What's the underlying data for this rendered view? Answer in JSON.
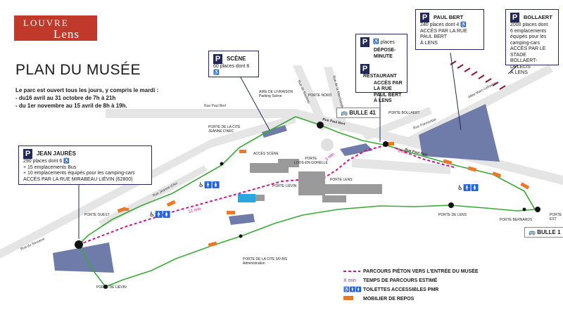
{
  "logo": {
    "line1": "LOUVRE",
    "line2": "Lens"
  },
  "title": "PLAN DU MUSÉE",
  "hours": {
    "intro": "Le parc est ouvert tous les jours, y compris le mardi :",
    "line1": "- du16 avril au 31 octobre de 7h à 21h",
    "line2": "- du 1er novembre au 15 avril de 8h à 19h."
  },
  "parkings": {
    "scene": {
      "badge": "P",
      "name": "SCÈNE",
      "detail": "60 places dont 6"
    },
    "jean_jaures": {
      "badge": "P",
      "name": "JEAN JAURÈS",
      "l1": "290 places dont 6",
      "l2": "+ 15 emplacements Bus",
      "l3": "+ 10 emplacements équipés pour les camping-cars",
      "l4": "ACCÈS PAR LA RUE MIRABEAU LIÉVIN (62800)"
    },
    "depose": {
      "badge": "P",
      "detail": "places",
      "name": "DÉPOSE-MINUTE"
    },
    "restaurant": {
      "badge": "P",
      "name": "RESTAURANT",
      "l1": "ACCÈS PAR LA RUE",
      "l2": "PAUL BERT À LENS"
    },
    "paul_bert": {
      "badge": "P",
      "name": "PAUL BERT",
      "l1": "240 places dont 4",
      "l2": "ACCÈS PAR LA RUE PAUL BERT",
      "l3": "À LENS"
    },
    "bollaert": {
      "badge": "P",
      "name": "BOLLAERT",
      "l1": "2000 places dont",
      "l2": "6 emplacements",
      "l3": "équipés pour les",
      "l4": "camping-cars",
      "l5": "ACCÈS PAR LE STADE",
      "l6": "BOLLAERT-DELELIS",
      "l7": "À LENS"
    }
  },
  "streets": {
    "paul_bert_w": "Rue Paul Bert",
    "paul_bert_e": "Rue Paul Bert",
    "paul_bert_mid": "Rue Paul Bert",
    "jeanne_arc": "Rue Jeanne d'Arc",
    "souvenir": "Rue du Souvenir",
    "bauleau": "Rue de Bauleau",
    "marc": "Rue de la Marchandie",
    "parmentier": "Rue Parmentier",
    "marc_lefrancq": "Allée Marc-Lefrancq"
  },
  "labels": {
    "aire": "AIRE DE LIVRAISON",
    "aire2": "Parking Scène",
    "porte_nord": "PORTE NORD",
    "porte_cite_ja": "PORTE DE LA CITÉ",
    "porte_cite_ja2": "JEANNE D'ARC",
    "acces_scene": "ACCÈS SCÈNE",
    "porte_loos": "PORTE",
    "porte_loos2": "LOOS-EN-GOHELLE",
    "porte_lievin_in": "PORTE LIÉVIN",
    "porte_lens_in": "PORTE LENS",
    "porte_bollaert": "PORTE BOLLAERT",
    "porte_ouest": "PORTE OUEST",
    "porte_lievin": "PORTE DE LIÉVIN",
    "porte_cite_9": "PORTE DE LA CITÉ 9/9 BIS",
    "porte_cite_9b": "Administration",
    "porte_lens": "PORTE DE LENS",
    "porte_bernard": "PORTE BERNARDS",
    "porte_est": "PORTE",
    "porte_est2": "EST",
    "t12": "12 min",
    "t8": "8 min",
    "t3": "3 min"
  },
  "bulles": {
    "b41": "BULLE 41",
    "b1": "BULLE 1"
  },
  "legend": {
    "pieton": "PARCOURS PIÉTON VERS L'ENTRÉE DU MUSÉE",
    "xmin": "X min",
    "temps": "TEMPS DE PARCOURS ESTIMÉ",
    "toilettes": "TOILETTES ACCESSIBLES PMR",
    "mobilier": "MOBILIER DE REPOS"
  },
  "colors": {
    "navy": "#23285a",
    "parking": "#6f7ba8",
    "path": "#3aa935",
    "route": "#c9168c",
    "bench": "#e8792b",
    "logo": "#c0392b"
  }
}
